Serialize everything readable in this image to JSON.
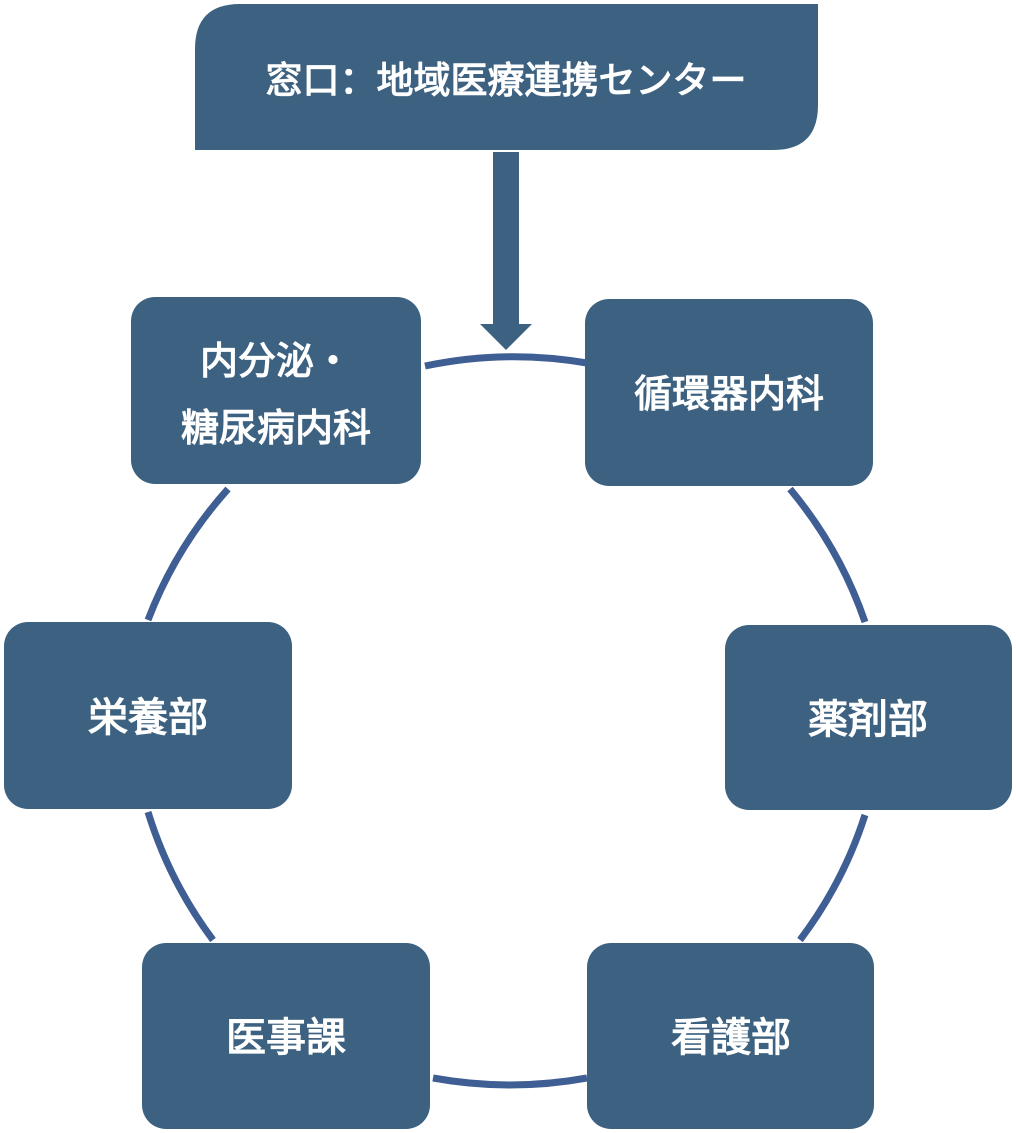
{
  "header": {
    "label": "窓口：地域医療連携センター"
  },
  "departments": [
    {
      "lines": [
        "内分泌・",
        "糖尿病内科"
      ]
    },
    {
      "lines": [
        "循環器内科"
      ]
    },
    {
      "lines": [
        "薬剤部"
      ]
    },
    {
      "lines": [
        "看護部"
      ]
    },
    {
      "lines": [
        "医事課"
      ]
    },
    {
      "lines": [
        "栄養部"
      ]
    }
  ],
  "colors": {
    "box_fill": "#3D6180",
    "ring_stroke": "#3F5E94",
    "arrow_fill": "#3D6180",
    "text": "#FFFFFF",
    "background": "#FFFFFF"
  }
}
